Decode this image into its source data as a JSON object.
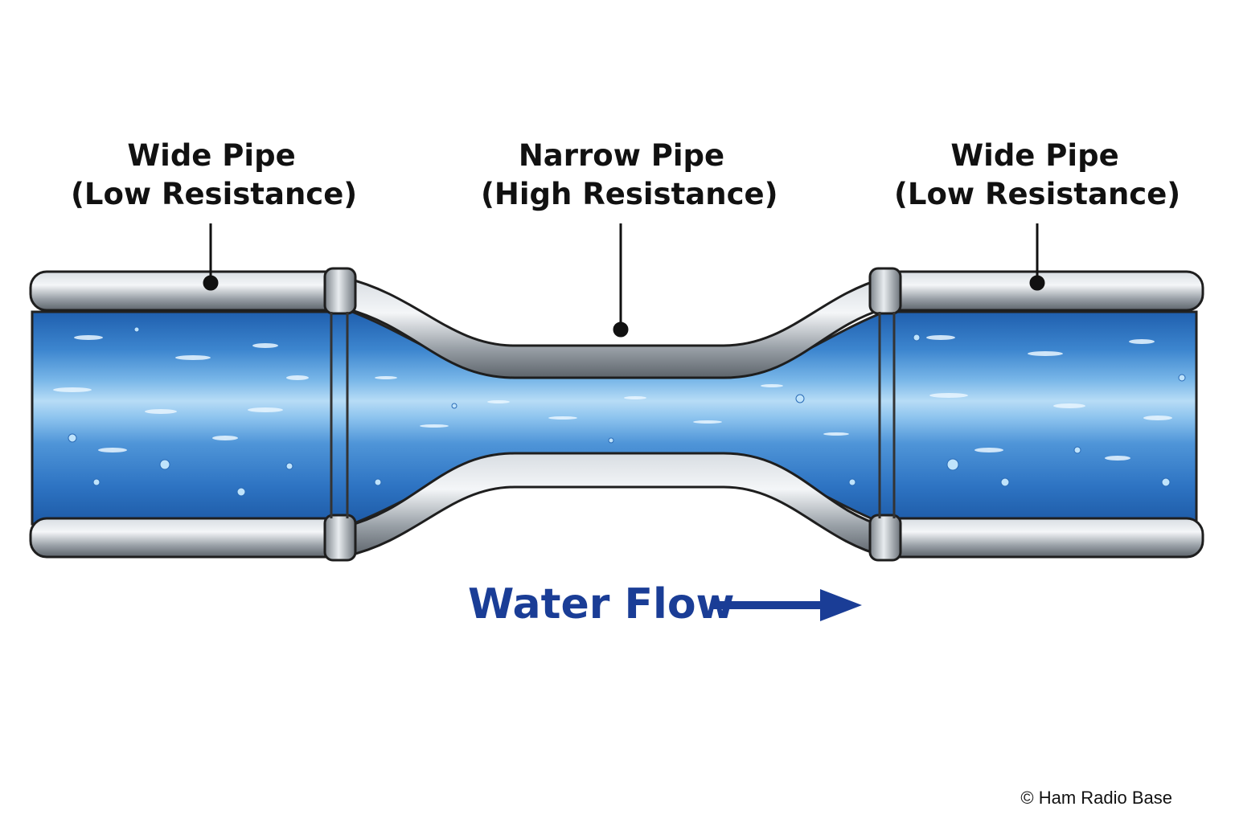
{
  "labels": {
    "left": {
      "line1": "Wide Pipe",
      "line2": "(Low Resistance)"
    },
    "middle": {
      "line1": "Narrow Pipe",
      "line2": "(High Resistance)"
    },
    "right": {
      "line1": "Wide Pipe",
      "line2": "(Low Resistance)"
    }
  },
  "flow": {
    "label": "Water Flow",
    "direction": "right"
  },
  "copyright": "© Ham Radio Base",
  "colors": {
    "water_dark": "#1f64b4",
    "water_light": "#a9d6f5",
    "pipe_metal": "#9aa1a8",
    "flow_blue": "#1a3d96",
    "outline": "#222222"
  }
}
